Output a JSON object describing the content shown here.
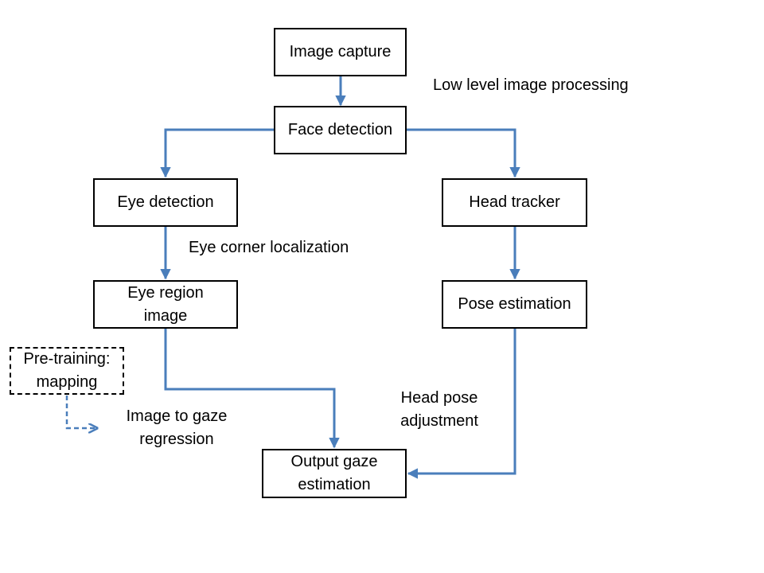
{
  "colors": {
    "arrow": "#4a7ebb",
    "box_border": "#000000",
    "text": "#000000",
    "background": "#ffffff"
  },
  "boxes": {
    "image_capture": "Image capture",
    "face_detection": "Face detection",
    "eye_detection": "Eye detection",
    "head_tracker": "Head tracker",
    "eye_region_image": "Eye region\nimage",
    "pose_estimation": "Pose estimation",
    "output_gaze_estimation": "Output gaze\nestimation",
    "pretraining_mapping": "Pre-training:\nmapping"
  },
  "labels": {
    "low_level_image_processing": "Low level image processing",
    "eye_corner_localization": "Eye corner localization",
    "image_to_gaze_regression": "Image to gaze\nregression",
    "head_pose_adjustment": "Head pose\nadjustment"
  }
}
